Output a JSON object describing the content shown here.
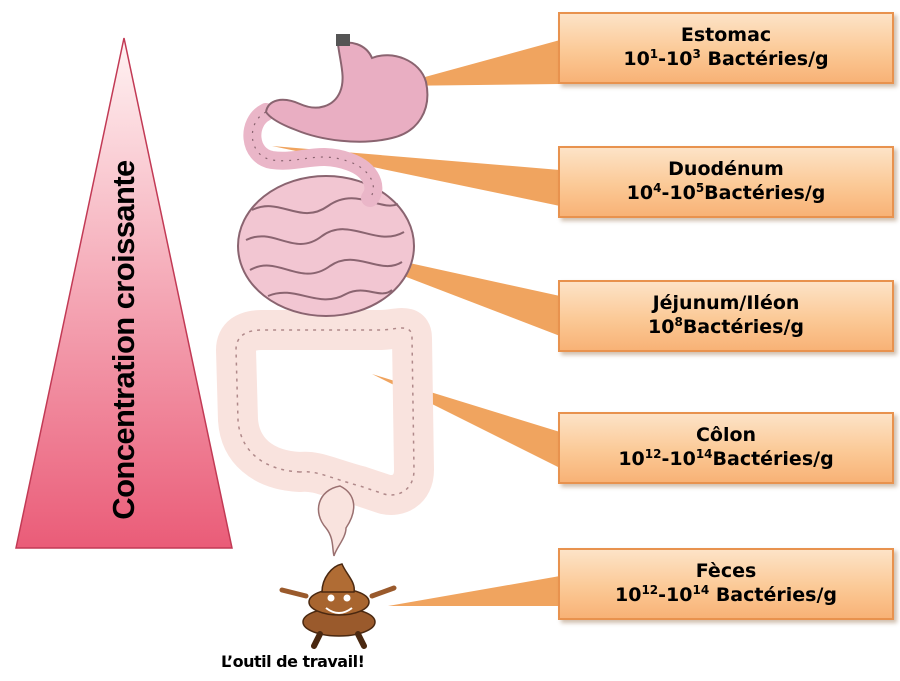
{
  "pyramid": {
    "label": "Concentration croissante",
    "color_top": "#fff3f3",
    "color_bottom": "#ea5c78"
  },
  "segments": [
    {
      "organ": "Estomac",
      "exp_low": "1",
      "exp_high": "3",
      "unit": "Bactéries/g"
    },
    {
      "organ": "Duodénum",
      "exp_low": "4",
      "exp_high": "5",
      "unit": "Bactéries/g"
    },
    {
      "organ": "Jéjunum/Iléon",
      "exp_low": "",
      "exp_high": "8",
      "unit": "Bactéries/g"
    },
    {
      "organ": "Côlon",
      "exp_low": "12",
      "exp_high": "14",
      "unit": "Bactéries/g"
    },
    {
      "organ": "Fèces",
      "exp_low": "12",
      "exp_high": "14",
      "unit": "Bactéries/g"
    }
  ],
  "base": "10",
  "caption": "L’outil de travail!",
  "colors": {
    "box_fill": "#fbc996",
    "box_border": "#e8924e",
    "connector": "#f0a45f",
    "stomach": "#e9aec2",
    "intestine": "#f2c6d2",
    "colon": "#f9e3de",
    "poop": "#9a5a2c"
  }
}
